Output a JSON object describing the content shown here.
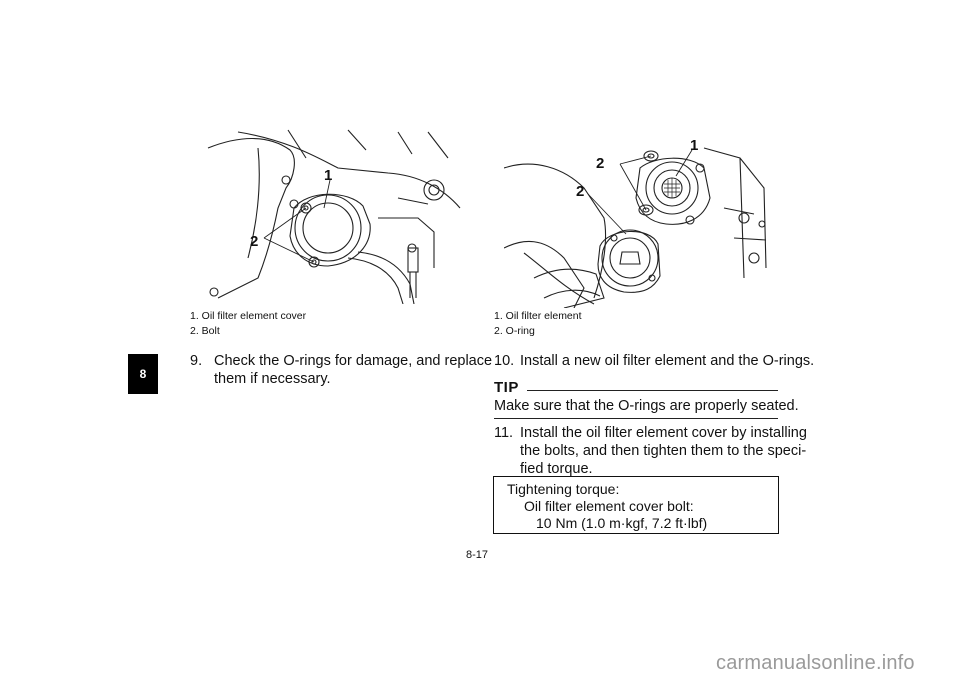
{
  "section_tab": "8",
  "left_figure": {
    "callouts": [
      "1",
      "2"
    ],
    "captions": [
      "1. Oil filter element cover",
      "2. Bolt"
    ]
  },
  "right_figure": {
    "callouts": [
      "1",
      "2",
      "2"
    ],
    "captions": [
      "1. Oil filter element",
      "2. O-ring"
    ]
  },
  "steps": {
    "s9": {
      "num": "9.",
      "line1": "Check the O-rings for damage, and replace",
      "line2": "them if necessary."
    },
    "s10": {
      "num": "10.",
      "text": "Install a new oil filter element and the O-rings."
    },
    "s11": {
      "num": "11.",
      "line1": "Install the oil filter element cover by installing",
      "line2": "the bolts, and then tighten them to the speci-",
      "line3": "fied torque."
    }
  },
  "tip": {
    "heading": "TIP",
    "text": "Make sure that the O-rings are properly seated."
  },
  "torque": {
    "title": "Tightening torque:",
    "item": "Oil filter element cover bolt:",
    "value": "10 Nm (1.0 m·kgf, 7.2 ft·lbf)"
  },
  "page_number": "8-17",
  "watermark": "carmanualsonline.info"
}
